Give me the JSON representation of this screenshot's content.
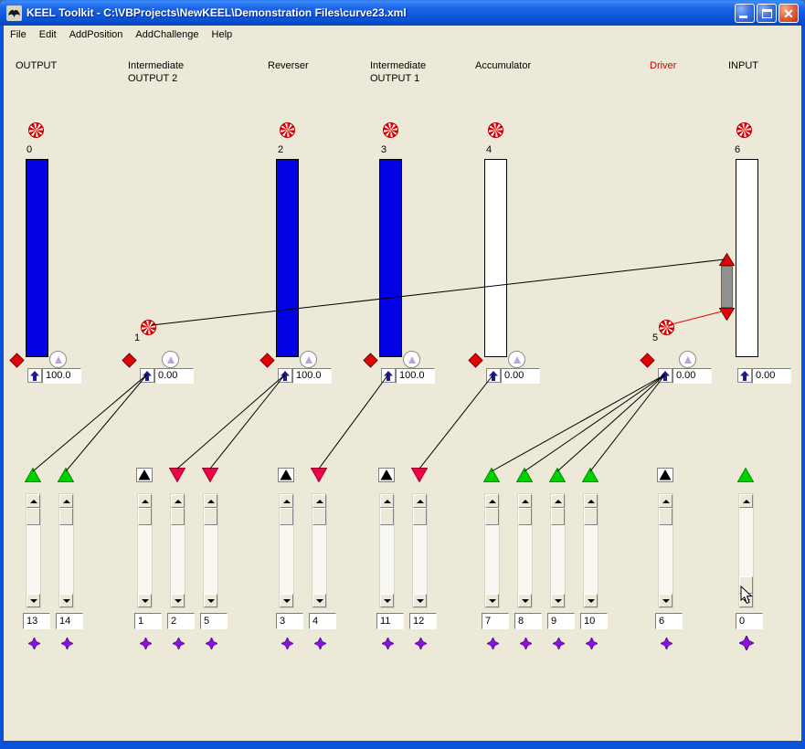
{
  "window": {
    "title": "KEEL Toolkit - C:\\VBProjects\\NewKEEL\\Demonstration Files\\curve23.xml",
    "buttons": {
      "minimize": "minimize",
      "maximize": "maximize",
      "close": "close"
    }
  },
  "menu": {
    "items": [
      {
        "label": "File"
      },
      {
        "label": "Edit"
      },
      {
        "label": "AddPosition"
      },
      {
        "label": "AddChallenge"
      },
      {
        "label": "Help"
      }
    ]
  },
  "nodes": [
    {
      "id": "0",
      "title": "OUTPUT",
      "title2": "",
      "value": "100.0",
      "bar": "full"
    },
    {
      "id": "1",
      "title": "Intermediate",
      "title2": "OUTPUT 2",
      "value": "0.00",
      "bar": "none"
    },
    {
      "id": "2",
      "title": "Reverser",
      "title2": "",
      "value": "100.0",
      "bar": "full"
    },
    {
      "id": "3",
      "title": "Intermediate",
      "title2": "OUTPUT 1",
      "value": "100.0",
      "bar": "full"
    },
    {
      "id": "4",
      "title": "Accumulator",
      "title2": "",
      "value": "0.00",
      "bar": "empty"
    },
    {
      "id": "5",
      "title": "Driver",
      "title2": "",
      "value": "0.00",
      "bar": "none"
    },
    {
      "id": "6",
      "title": "INPUT",
      "title2": "",
      "value": "0.00",
      "bar": "empty"
    }
  ],
  "sliders": [
    {
      "id": "13",
      "marker": "green-up"
    },
    {
      "id": "14",
      "marker": "green-up"
    },
    {
      "id": "1",
      "marker": "black-up"
    },
    {
      "id": "2",
      "marker": "red-down"
    },
    {
      "id": "5",
      "marker": "red-down"
    },
    {
      "id": "3",
      "marker": "black-up"
    },
    {
      "id": "4",
      "marker": "red-down"
    },
    {
      "id": "11",
      "marker": "black-up"
    },
    {
      "id": "12",
      "marker": "red-down"
    },
    {
      "id": "7",
      "marker": "green-up"
    },
    {
      "id": "8",
      "marker": "green-up"
    },
    {
      "id": "9",
      "marker": "green-up"
    },
    {
      "id": "10",
      "marker": "green-up"
    },
    {
      "id": "6",
      "marker": "black-up"
    },
    {
      "id": "0",
      "marker": "green-up"
    }
  ],
  "colors": {
    "bar_fill_blue": "#0202e4",
    "marker_green": "#00cf00",
    "marker_red": "#ee0446",
    "purple_diamond": "#8a12e0",
    "driver_title": "#cc0000",
    "line_black": "#000000",
    "line_red": "#e00000",
    "titlebar_blue": "#0a53d8",
    "background_beige": "#ece9d8"
  }
}
